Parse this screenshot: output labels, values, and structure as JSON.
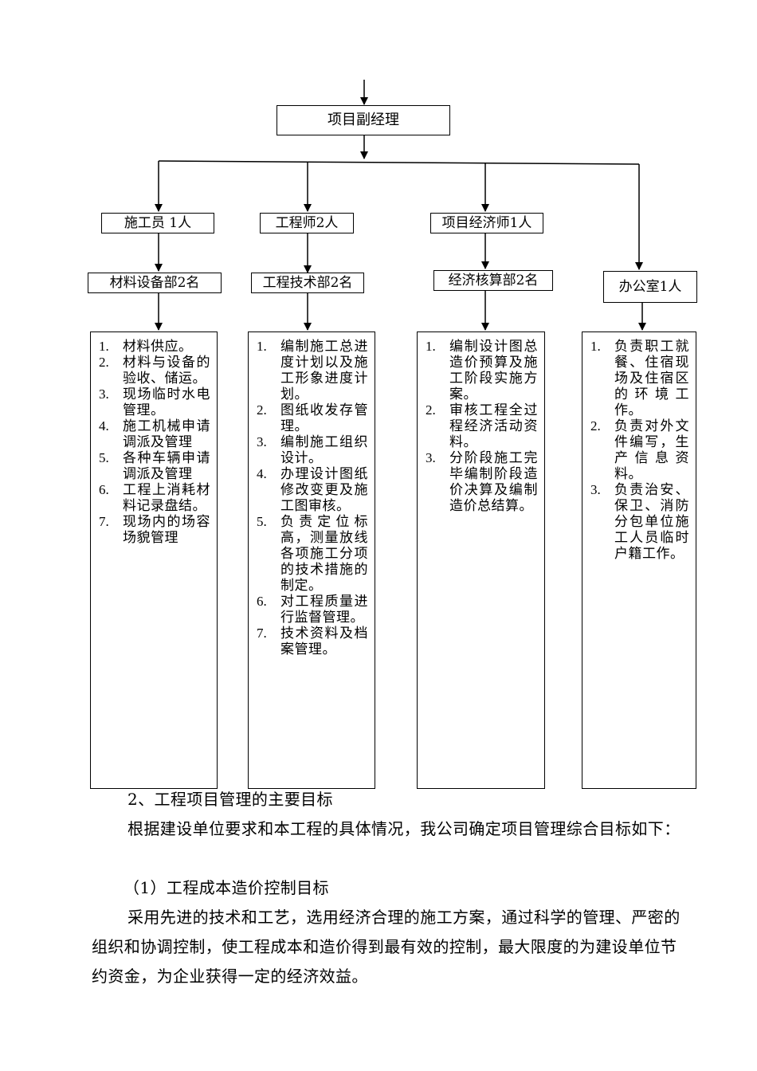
{
  "org_chart": {
    "top_box": "项目副经理",
    "roles": [
      "施工员 1人",
      "工程师2人",
      "项目经济师1人"
    ],
    "departments": [
      "材料设备部2名",
      "工程技术部2名",
      "经济核算部2名",
      "办公室1人"
    ],
    "duties": {
      "materials": [
        "材料供应。",
        "材料与设备的验收、储运。",
        "现场临时水电管理。",
        "施工机械申请调派及管理",
        "各种车辆申请调派及管理",
        "工程上消耗材料记录盘结。",
        "现场内的场容场貌管理"
      ],
      "engineering": [
        "编制施工总进度计划以及施工形象进度计划。",
        "图纸收发存管理。",
        "编制施工组织设计。",
        "办理设计图纸修改变更及施工图审核。",
        "负责定位标高，测量放线各项施工分项的技术措施的制定。",
        "对工程质量进行监督管理。",
        "技术资料及档案管理。"
      ],
      "economics": [
        "编制设计图总造价预算及施工阶段实施方案。",
        "审核工程全过程经济活动资料。",
        "分阶段施工完毕编制阶段造价决算及编制造价总结算。"
      ],
      "office": [
        "负责职工就餐、住宿现场及住宿区的环境工作。",
        "负责对外文件编写，生产信息资料。",
        "负责治安、保卫、消防分包单位施工人员临时户籍工作。"
      ]
    },
    "numbers": [
      "1.",
      "2.",
      "3.",
      "4.",
      "5.",
      "6.",
      "7."
    ]
  },
  "body_text": {
    "heading": "2、工程项目管理的主要目标",
    "intro": "根据建设单位要求和本工程的具体情况，我公司确定项目管理综合目标如下：",
    "subheading": "（1）工程成本造价控制目标",
    "paragraph": "采用先进的技术和工艺，选用经济合理的施工方案，通过科学的管理、严密的组织和协调控制，使工程成本和造价得到最有效的控制，最大限度的为建设单位节约资金，为企业获得一定的经济效益。"
  }
}
